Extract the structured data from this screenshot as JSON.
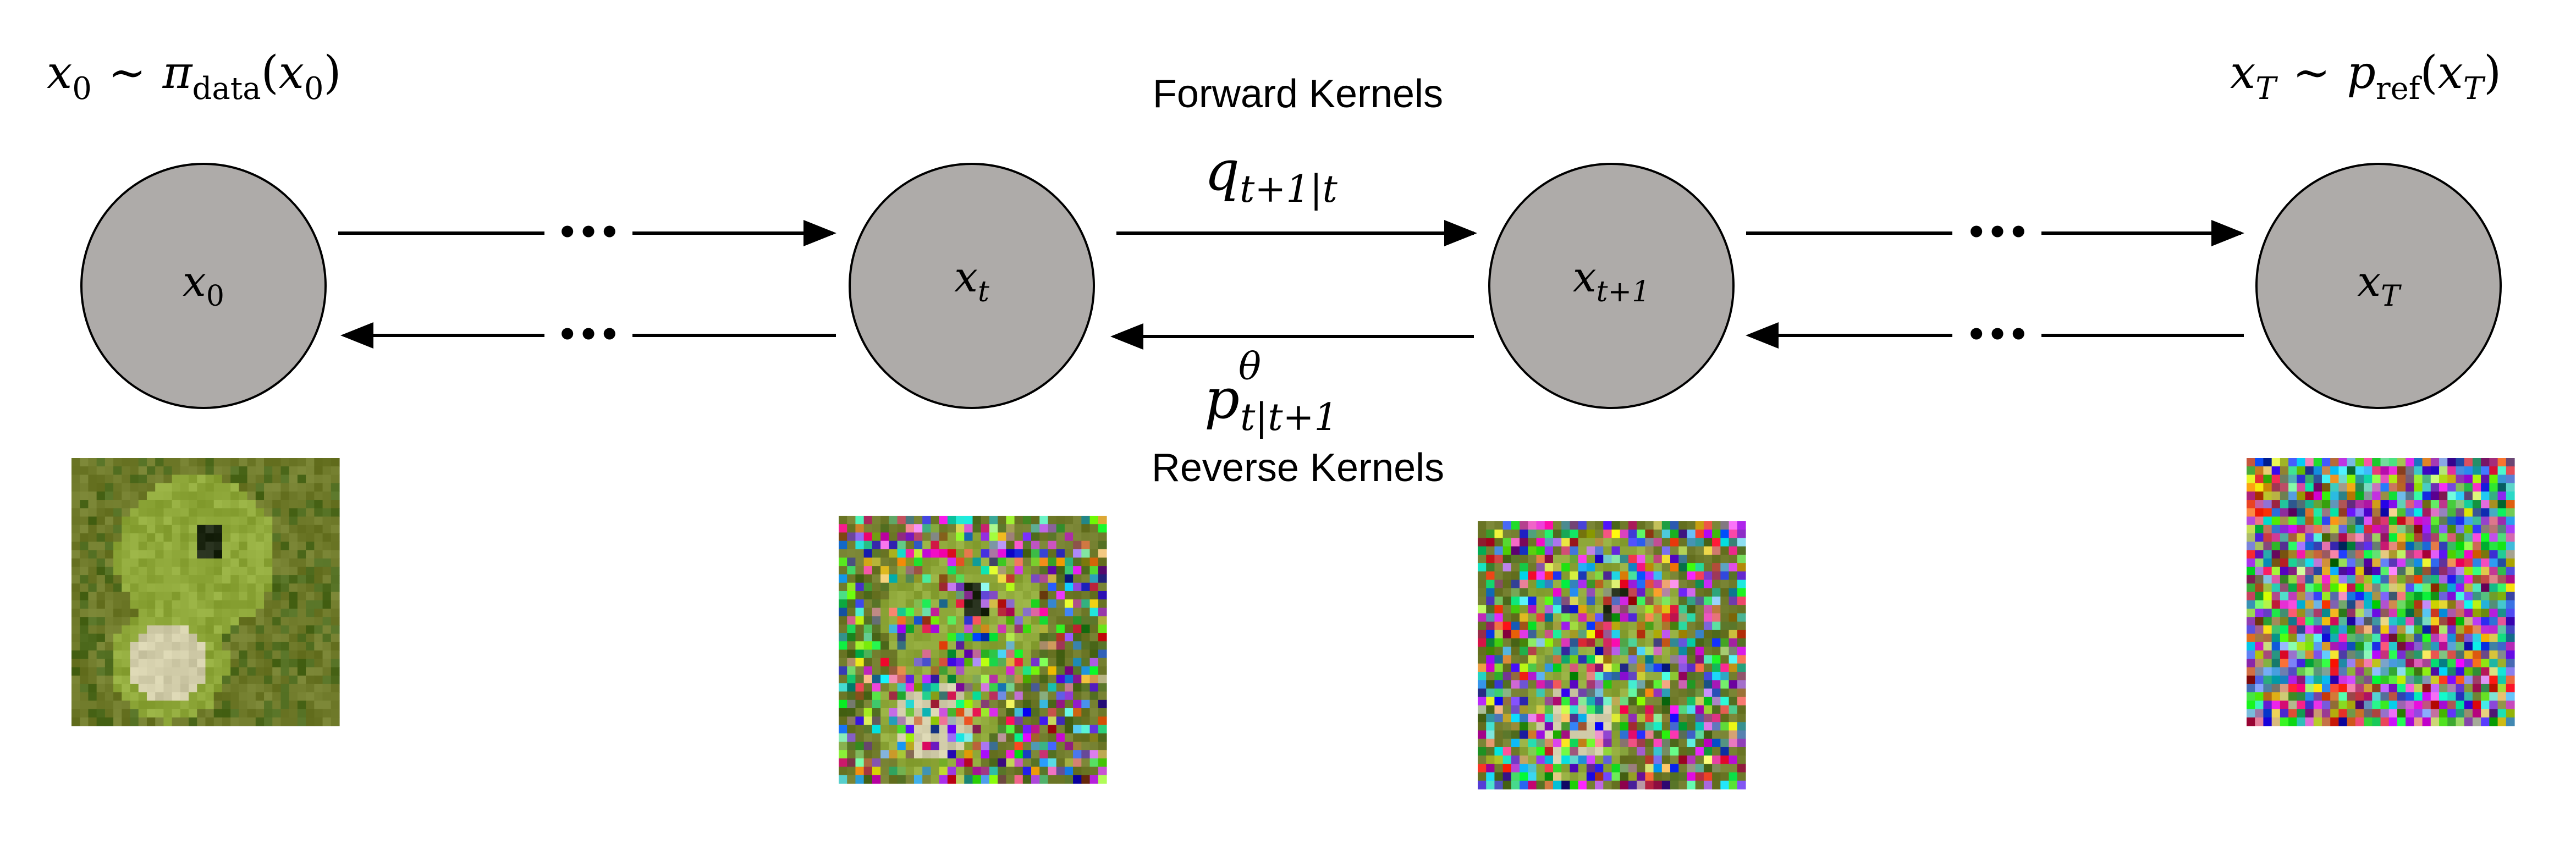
{
  "header": {
    "left_formula": {
      "base": "x",
      "base_sub": "0",
      "rel": "∼",
      "fn": "π",
      "fn_sub": "data",
      "paren_open": "(",
      "arg": "x",
      "arg_sub": "0",
      "paren_close": ")"
    },
    "right_formula": {
      "base": "x",
      "base_sub": "T",
      "rel": "∼",
      "fn": "p",
      "fn_sub": "ref",
      "paren_open": "(",
      "arg": "x",
      "arg_sub": "T",
      "paren_close": ")"
    }
  },
  "nodes": [
    {
      "var": "x",
      "sub": "0"
    },
    {
      "var": "x",
      "sub": "t"
    },
    {
      "var": "x",
      "sub": "t+1"
    },
    {
      "var": "x",
      "sub": "T"
    }
  ],
  "forward": {
    "label": "Forward Kernels",
    "kernel": {
      "symbol": "q",
      "sub": "t+1|t"
    }
  },
  "reverse": {
    "label": "Reverse Kernels",
    "kernel": {
      "symbol": "p",
      "sup": "θ",
      "sub": "t|t+1"
    }
  },
  "ellipsis": "•••",
  "images": [
    {
      "noise_level": 0.0
    },
    {
      "noise_level": 0.5
    },
    {
      "noise_level": 0.65
    },
    {
      "noise_level": 1.0
    }
  ],
  "colors": {
    "node_fill": "#aeaba9",
    "frog_green": "#8fa83a",
    "frog_dark": "#4f6b1e",
    "background_moss": "#6f7a2a"
  }
}
